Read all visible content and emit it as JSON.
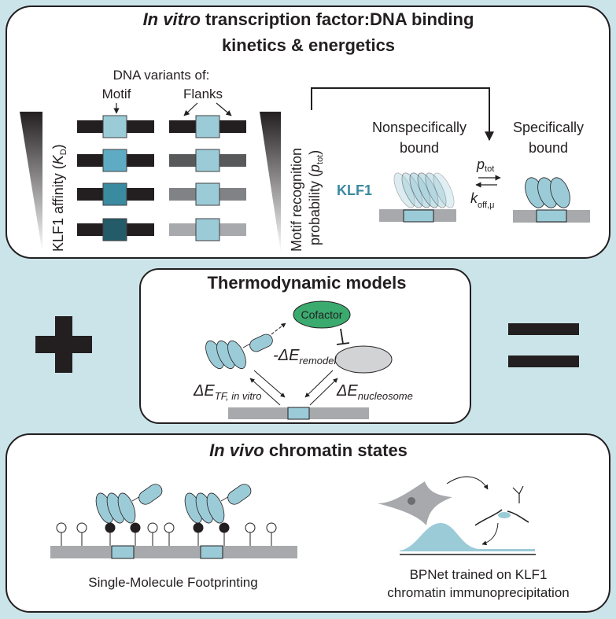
{
  "top_panel": {
    "title_italic": "In vitro",
    "title_rest": " transcription factor:DNA binding",
    "title_line2": "kinetics & energetics",
    "dna_variants_label": "DNA variants of:",
    "motif_label": "Motif",
    "flanks_label": "Flanks",
    "affinity_label": "KLF1 affinity (",
    "affinity_var": "K",
    "affinity_sub": "D",
    "affinity_close": ")",
    "recognition_line1": "Motif recognition",
    "recognition_line2": "probability (",
    "recognition_var": "p",
    "recognition_sub": "tot",
    "recognition_close": ")",
    "nonspecific_line1": "Nonspecifically",
    "nonspecific_line2": "bound",
    "specific_line1": "Specifically",
    "specific_line2": "bound",
    "forward_rate_var": "p",
    "forward_rate_sub": "tot",
    "reverse_rate_var": "k",
    "reverse_rate_sub": "off,μ",
    "protein_label": "KLF1",
    "motif_colors": [
      "#9ccbd8",
      "#5fabc4",
      "#3a8aa0",
      "#245b68"
    ],
    "flank_colors": [
      "#231f20",
      "#58595b",
      "#808285",
      "#a7a9ac"
    ]
  },
  "middle_panel": {
    "title": "Thermodynamic models",
    "cofactor_label": "Cofactor",
    "remodel_prefix": "-ΔE",
    "remodel_sub": "remodel",
    "tf_energy": "ΔE",
    "tf_energy_sub": "TF, in vitro",
    "nucleosome_energy": "ΔE",
    "nucleosome_energy_sub": "nucleosome"
  },
  "operators": {
    "plus": "plus-icon",
    "equals": "equals-icon"
  },
  "bottom_panel": {
    "title_italic": "In vivo",
    "title_rest": " chromatin states",
    "smf_label": "Single-Molecule Footprinting",
    "bpnet_line1": "BPNet trained on KLF1",
    "bpnet_line2": "chromatin immunoprecipitation"
  },
  "colors": {
    "background": "#cbe4ea",
    "tf_blue": "#9ccbd8",
    "cofactor_green": "#3aaa6e",
    "dna_gray": "#a7a9ac",
    "klf1_label": "#3a8aa0"
  }
}
